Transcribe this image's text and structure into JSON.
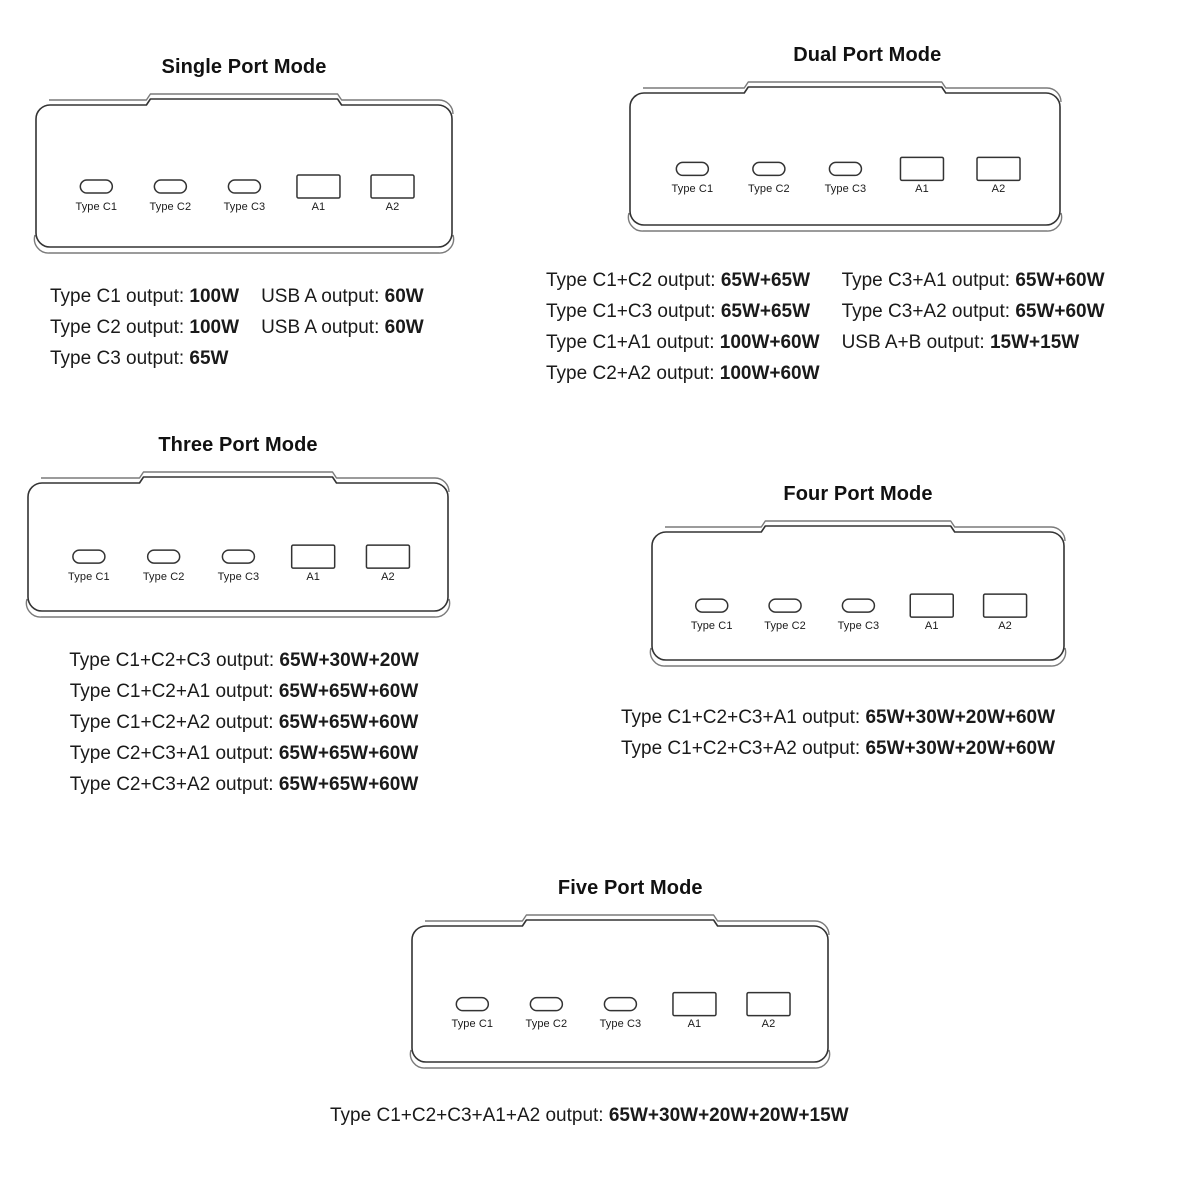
{
  "device": {
    "port_labels": [
      "Type C1",
      "Type C2",
      "Type C3",
      "A1",
      "A2"
    ],
    "port_types": [
      "type-c",
      "type-c",
      "type-c",
      "usb-a",
      "usb-a"
    ]
  },
  "colors": {
    "stroke": "#333333",
    "stroke_light": "#7a7a7a",
    "text": "#1a1a1a",
    "background": "#ffffff"
  },
  "sections": [
    {
      "id": "single",
      "title": "Single Port Mode",
      "layout": "two-column",
      "columns": [
        [
          {
            "label": "Type C1 output: ",
            "value": "100W"
          },
          {
            "label": "Type C2 output: ",
            "value": "100W"
          },
          {
            "label": "Type C3 output: ",
            "value": "65W"
          }
        ],
        [
          {
            "label": "USB A output: ",
            "value": "60W"
          },
          {
            "label": "USB A output: ",
            "value": "60W"
          }
        ]
      ]
    },
    {
      "id": "dual",
      "title": "Dual Port Mode",
      "layout": "two-column",
      "columns": [
        [
          {
            "label": "Type C1+C2 output: ",
            "value": "65W+65W"
          },
          {
            "label": "Type C1+C3 output: ",
            "value": "65W+65W"
          },
          {
            "label": "Type C1+A1 output: ",
            "value": "100W+60W"
          },
          {
            "label": "Type C2+A2 output: ",
            "value": "100W+60W"
          }
        ],
        [
          {
            "label": "Type C3+A1 output: ",
            "value": "65W+60W"
          },
          {
            "label": "Type C3+A2 output: ",
            "value": "65W+60W"
          },
          {
            "label": "USB A+B output: ",
            "value": "15W+15W"
          }
        ]
      ]
    },
    {
      "id": "three",
      "title": "Three Port Mode",
      "layout": "centered",
      "rows": [
        {
          "label": "Type C1+C2+C3 output: ",
          "value": "65W+30W+20W"
        },
        {
          "label": "Type C1+C2+A1 output: ",
          "value": "65W+65W+60W"
        },
        {
          "label": "Type C1+C2+A2 output: ",
          "value": "65W+65W+60W"
        },
        {
          "label": "Type C2+C3+A1 output: ",
          "value": "65W+65W+60W"
        },
        {
          "label": "Type C2+C3+A2 output: ",
          "value": "65W+65W+60W"
        }
      ]
    },
    {
      "id": "four",
      "title": "Four Port Mode",
      "layout": "centered",
      "rows": [
        {
          "label": "Type C1+C2+C3+A1 output: ",
          "value": "65W+30W+20W+60W"
        },
        {
          "label": "Type C1+C2+C3+A2 output: ",
          "value": "65W+30W+20W+60W"
        }
      ]
    },
    {
      "id": "five",
      "title": "Five Port Mode",
      "layout": "centered",
      "rows": [
        {
          "label": "Type C1+C2+C3+A1+A2 output: ",
          "value": "65W+30W+20W+20W+15W"
        }
      ]
    }
  ]
}
